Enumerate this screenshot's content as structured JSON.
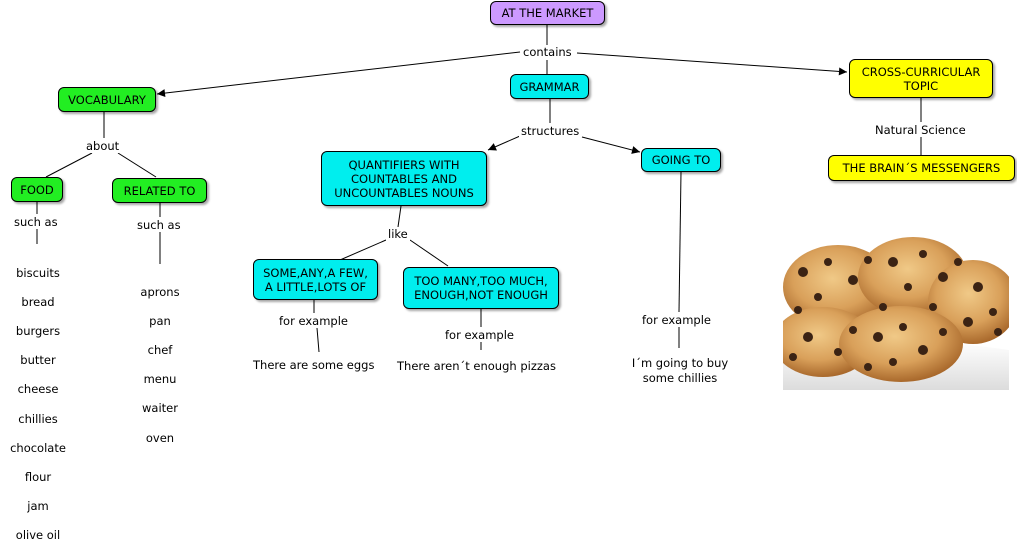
{
  "nodes": {
    "root": "AT THE MARKET",
    "vocabulary": "VOCABULARY",
    "grammar": "GRAMMAR",
    "cross": "CROSS-CURRICULAR\nTOPIC",
    "food": "FOOD",
    "related": "RELATED TO",
    "quantifiers": "QUANTIFIERS WITH\nCOUNTABLES AND\nUNCOUNTABLES NOUNS",
    "going_to": "GOING TO",
    "brain": "THE BRAIN´S MESSENGERS",
    "some_any": "SOME,ANY,A FEW,\nA LITTLE,LOTS OF",
    "too_many": "TOO MANY,TOO MUCH,\nENOUGH,NOT ENOUGH"
  },
  "links": {
    "contains": "contains",
    "about": "about",
    "structures": "structures",
    "natural_science": "Natural Science",
    "such_as_1": "such as",
    "such_as_2": "such as",
    "like": "like",
    "for_example_1": "for example",
    "for_example_2": "for example",
    "for_example_3": "for example"
  },
  "leaves": {
    "food_items": [
      "biscuits",
      "bread",
      "burgers",
      "butter",
      "cheese",
      "chillies",
      "chocolate",
      "flour",
      "jam",
      "olive oil"
    ],
    "related_items": [
      "aprons",
      "pan",
      "chef",
      "menu",
      "waiter",
      "oven"
    ],
    "example_some": "There are some eggs",
    "example_too": "There aren´t enough pizzas",
    "example_going": "I´m going to buy\nsome chillies"
  },
  "colors": {
    "root": "#cc99ff",
    "vocabulary": "#22ee22",
    "grammar": "#00eeee",
    "cross": "#ffff00"
  },
  "image": {
    "name": "cookies-photo"
  }
}
